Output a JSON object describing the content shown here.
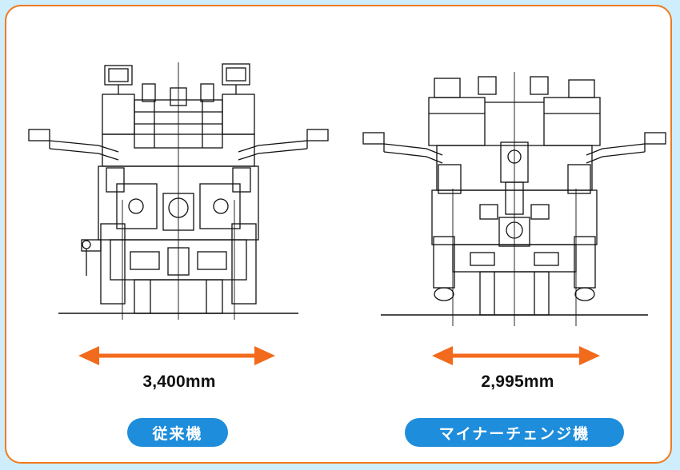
{
  "colors": {
    "background": "#cdeefa",
    "frame_border": "#f07a1d",
    "arrow": "#f26a1b",
    "pill_fill": "#1e8ddb",
    "pill_text": "#ffffff",
    "drawing_lines": "#111111"
  },
  "machines": [
    {
      "id": "conventional",
      "width_label": "3,400mm",
      "name_label": "従来機"
    },
    {
      "id": "minor-change",
      "width_label": "2,995mm",
      "name_label": "マイナーチェンジ機"
    }
  ]
}
